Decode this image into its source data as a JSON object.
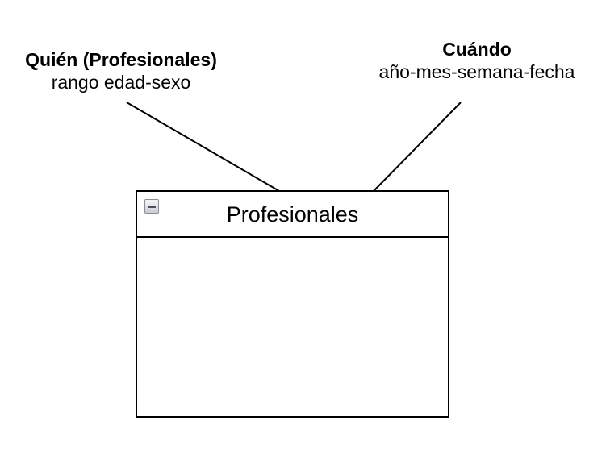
{
  "who": {
    "title": "Quién (Profesionales)",
    "subtitle": "rango edad-sexo"
  },
  "when": {
    "title": "Cuándo",
    "subtitle": "año-mes-semana-fecha"
  },
  "entity": {
    "title": "Profesionales",
    "collapse_icon": "minus-box-icon"
  },
  "colors": {
    "line": "#000000",
    "background": "#ffffff"
  }
}
